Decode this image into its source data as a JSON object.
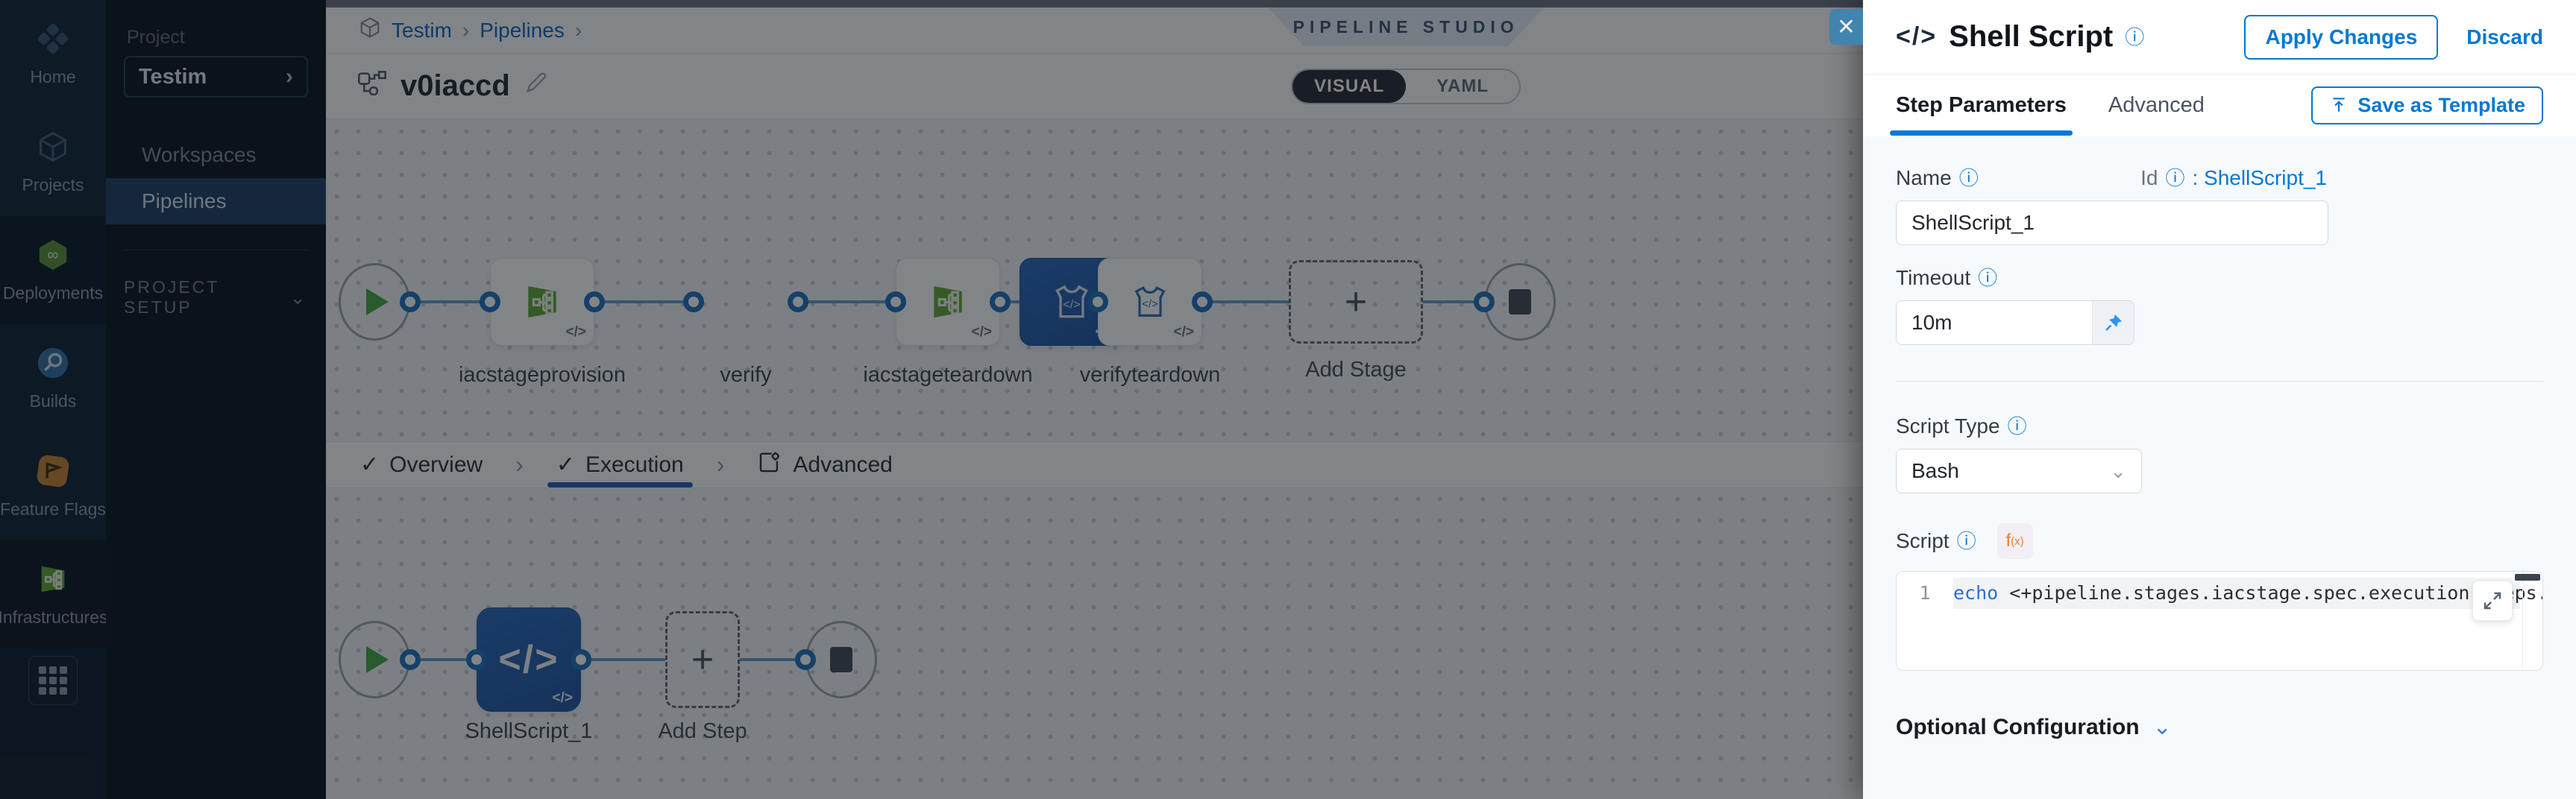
{
  "colors": {
    "accent_blue": "#0278d5",
    "selected_node_blue": "#2160b4",
    "rail_bg": "#081627",
    "success_green": "#42a83f",
    "deployments_green": "#73b544",
    "feature_flags_orange": "#e08a2d",
    "infrastructures_green": "#6fb33c"
  },
  "rail": {
    "items": [
      {
        "label": "Home"
      },
      {
        "label": "Projects"
      },
      {
        "label": "Deployments"
      },
      {
        "label": "Builds"
      },
      {
        "label": "Feature Flags"
      },
      {
        "label": "Infrastructures"
      }
    ]
  },
  "subnav": {
    "project_label": "Project",
    "project_name": "Testim",
    "workspaces_label": "Workspaces",
    "pipelines_label": "Pipelines",
    "section_label": "PROJECT SETUP"
  },
  "header": {
    "breadcrumb_project": "Testim",
    "breadcrumb_pipelines": "Pipelines",
    "studio_badge": "PIPELINE STUDIO",
    "pipeline_name": "v0iaccd",
    "visual_label": "VISUAL",
    "yaml_label": "YAML"
  },
  "stage_graph": {
    "nodes": [
      {
        "label": "iacstageprovision"
      },
      {
        "label": "verify"
      },
      {
        "label": "iacstageteardown"
      },
      {
        "label": "verifyteardown"
      }
    ],
    "add_stage_label": "Add Stage"
  },
  "flow_tabs": {
    "overview": "Overview",
    "execution": "Execution",
    "advanced": "Advanced"
  },
  "exec_graph": {
    "step_label": "ShellScript_1",
    "add_step_label": "Add Step"
  },
  "drawer": {
    "title": "Shell Script",
    "apply_label": "Apply Changes",
    "discard_label": "Discard",
    "tab_step_parameters": "Step Parameters",
    "tab_advanced": "Advanced",
    "save_template_label": "Save as Template",
    "name_label": "Name",
    "id_label": "Id",
    "id_value": ": ShellScript_1",
    "name_value": "ShellScript_1",
    "timeout_label": "Timeout",
    "timeout_value": "10m",
    "script_type_label": "Script Type",
    "script_type_value": "Bash",
    "script_label": "Script",
    "fx_label": "f",
    "fx_sub": "(x)",
    "code_line_number": "1",
    "code_keyword": "echo",
    "code_rest": " <+pipeline.stages.iacstage.spec.execution.steps.appl",
    "optional_config_label": "Optional Configuration"
  }
}
